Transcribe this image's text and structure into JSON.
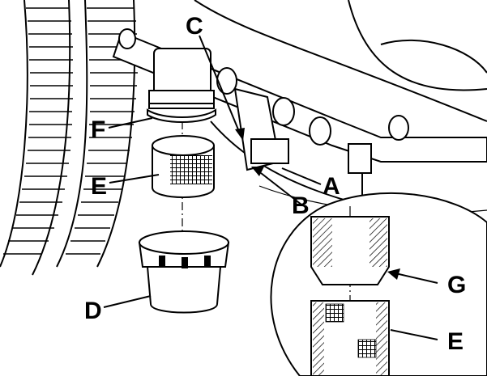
{
  "labels": {
    "a": "A",
    "b": "B",
    "c": "C",
    "d": "D",
    "e_main": "E",
    "e_detail": "E",
    "f": "F",
    "g": "G"
  }
}
